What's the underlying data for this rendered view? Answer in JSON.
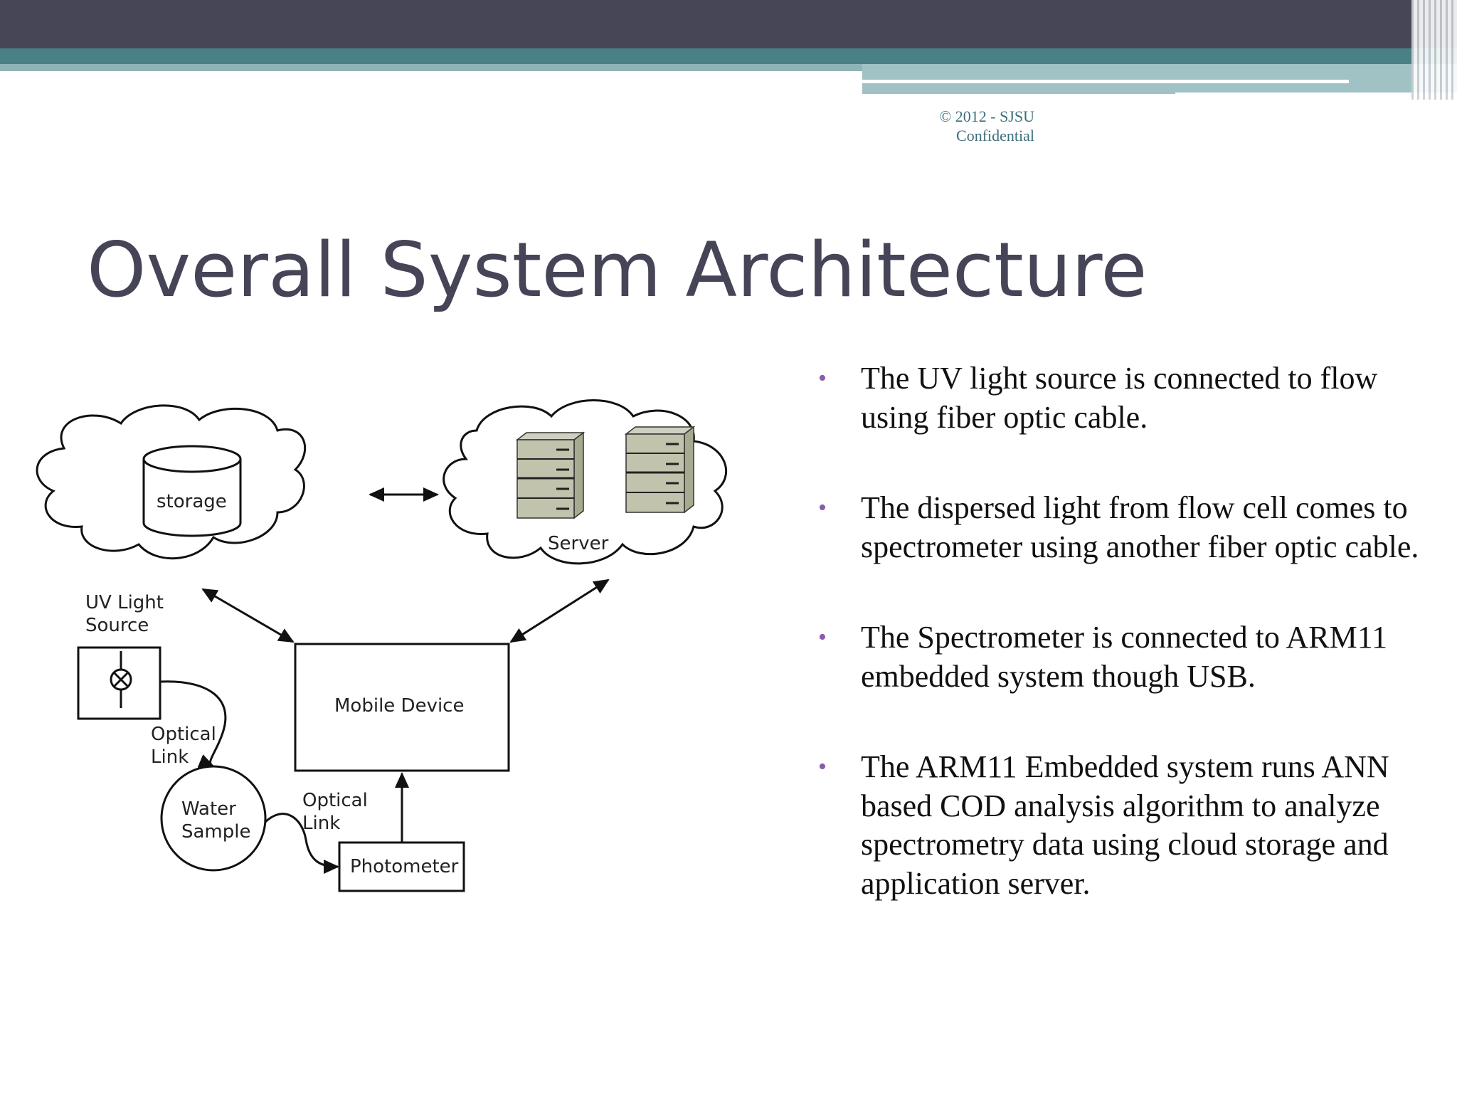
{
  "header": {
    "copyright_line1": "© 2012 - SJSU",
    "copyright_line2": "Confidential"
  },
  "slide": {
    "title": "Overall System Architecture",
    "bullets": [
      {
        "text": "The UV light source is connected to flow using fiber optic cable."
      },
      {
        "text": "The dispersed light from flow cell comes to spectrometer using another fiber optic cable."
      },
      {
        "text": "The Spectrometer is connected to ARM11 embedded system though USB."
      },
      {
        "text": "The ARM11 Embedded system runs ANN based COD analysis algorithm to analyze spectrometry data using cloud storage and application server."
      }
    ]
  },
  "diagram": {
    "storage": "storage",
    "server": "Server",
    "uv_light_line1": "UV Light",
    "uv_light_line2": "Source",
    "optical_link_1_line1": "Optical",
    "optical_link_1_line2": "Link",
    "mobile_device": "Mobile Device",
    "water_sample_line1": "Water",
    "water_sample_line2": "Sample",
    "optical_link_2_line1": "Optical",
    "optical_link_2_line2": "Link",
    "photometer": "Photometer"
  },
  "colors": {
    "title": "#454557",
    "header_bar": "#464657",
    "accent_teal": "#4a8188",
    "bullet_dot": "#8b5aa8",
    "copyright": "#3e6e7a"
  }
}
